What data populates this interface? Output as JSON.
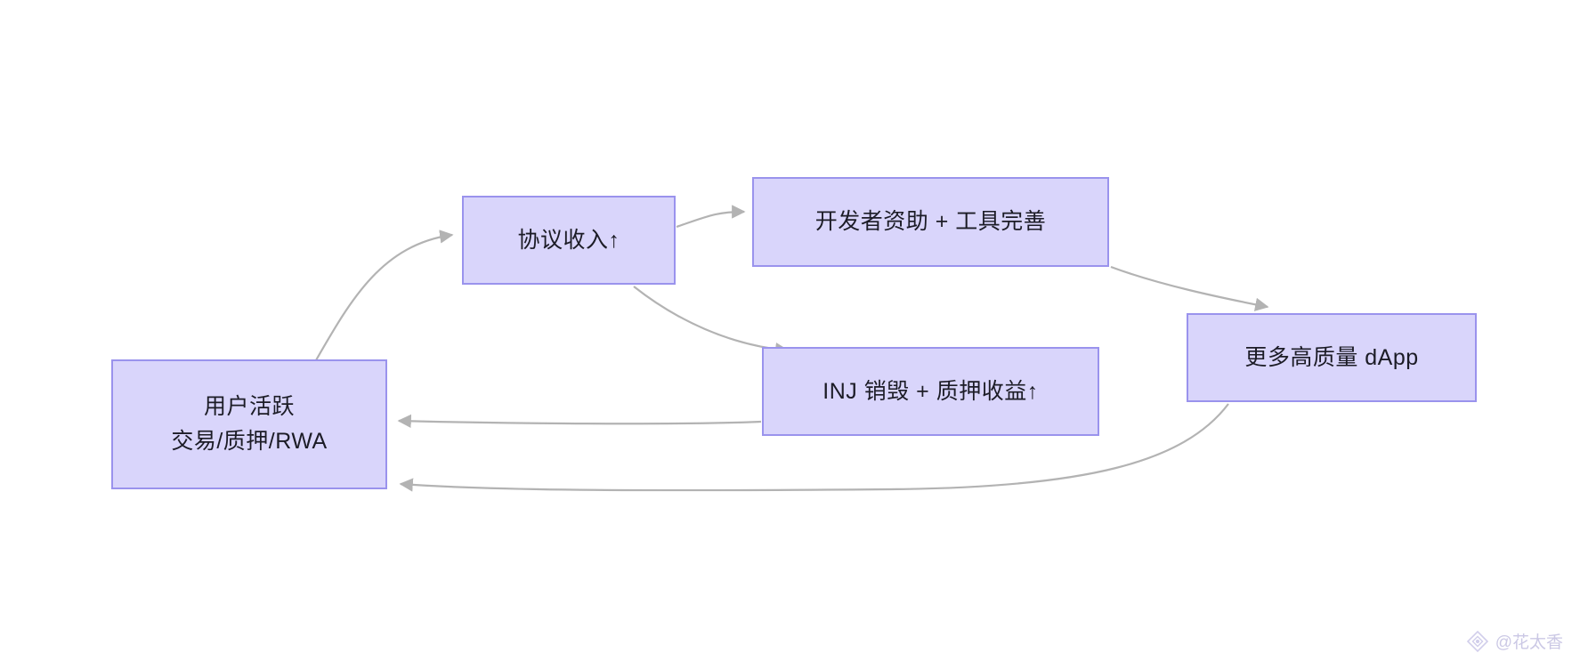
{
  "diagram": {
    "type": "flowchart",
    "title": "",
    "background_color": "#ffffff",
    "node_fill_color": "#d9d5fb",
    "node_border_color": "#9a93ed",
    "edge_color": "#b3b3b3",
    "text_color": "#1c1c26",
    "nodes": [
      {
        "id": "user-activity",
        "label_line1": "用户活跃",
        "label_line2": "交易/质押/RWA"
      },
      {
        "id": "protocol-revenue",
        "label_line1": "协议收入↑",
        "label_line2": ""
      },
      {
        "id": "developer-grants",
        "label_line1": "开发者资助 + 工具完善",
        "label_line2": ""
      },
      {
        "id": "inj-burn",
        "label_line1": "INJ 销毁 + 质押收益↑",
        "label_line2": ""
      },
      {
        "id": "more-dapps",
        "label_line1": "更多高质量 dApp",
        "label_line2": ""
      }
    ],
    "edges": [
      {
        "id": "e1",
        "from": "user-activity",
        "to": "protocol-revenue",
        "label": ""
      },
      {
        "id": "e2",
        "from": "protocol-revenue",
        "to": "developer-grants",
        "label": ""
      },
      {
        "id": "e3",
        "from": "protocol-revenue",
        "to": "inj-burn",
        "label": ""
      },
      {
        "id": "e4",
        "from": "developer-grants",
        "to": "more-dapps",
        "label": ""
      },
      {
        "id": "e5",
        "from": "inj-burn",
        "to": "user-activity",
        "label": ""
      },
      {
        "id": "e6",
        "from": "more-dapps",
        "to": "user-activity",
        "label": ""
      }
    ]
  },
  "watermark": {
    "handle": "@花太香",
    "logo_name": "diamond-logo"
  }
}
